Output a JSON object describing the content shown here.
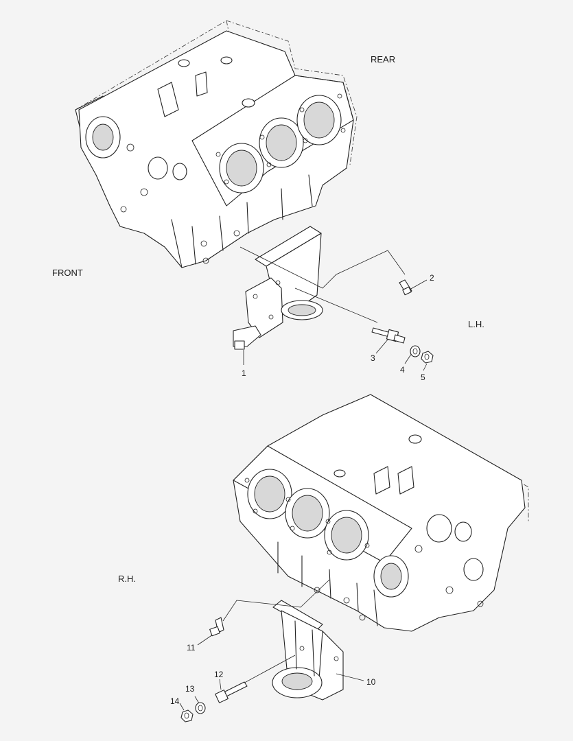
{
  "labels": {
    "rear": "REAR",
    "front": "FRONT",
    "lh": "L.H.",
    "rh": "R.H."
  },
  "callouts": [
    "1",
    "2",
    "3",
    "4",
    "5",
    "10",
    "11",
    "12",
    "13",
    "14"
  ]
}
